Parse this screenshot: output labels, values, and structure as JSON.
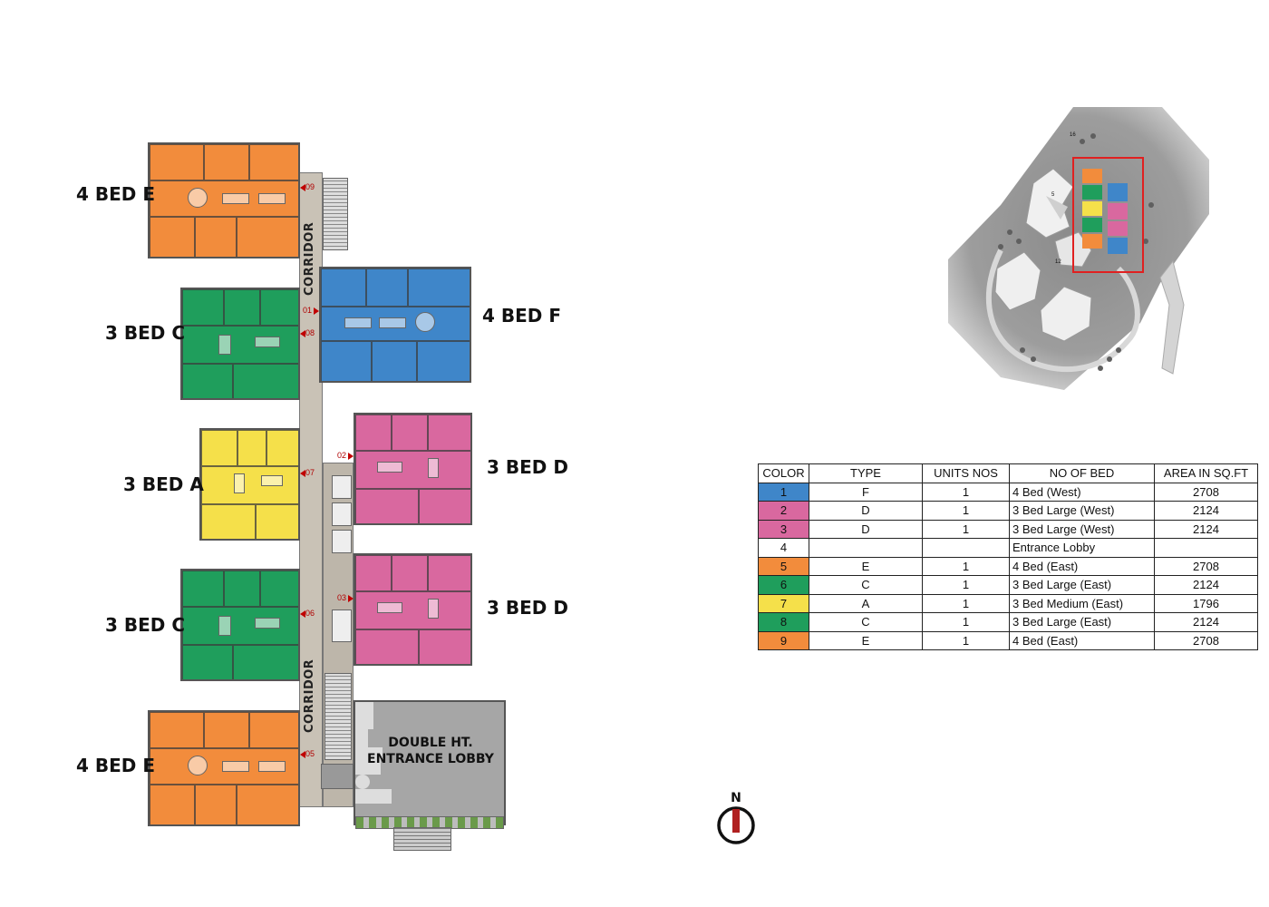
{
  "floor_plan": {
    "units": [
      {
        "label": "4 BED E",
        "unit_no": "09",
        "color": "#f28c3c"
      },
      {
        "label": "3 BED C",
        "unit_no": "08",
        "color": "#1f9e5c"
      },
      {
        "label": "3 BED A",
        "unit_no": "07",
        "color": "#f5e04a"
      },
      {
        "label": "3 BED C",
        "unit_no": "06",
        "color": "#1f9e5c"
      },
      {
        "label": "4 BED E",
        "unit_no": "05",
        "color": "#f28c3c"
      },
      {
        "label": "4 BED F",
        "unit_no": "01",
        "color": "#3f86c9"
      },
      {
        "label": "3 BED D",
        "unit_no": "02",
        "color": "#d9689f"
      },
      {
        "label": "3 BED D",
        "unit_no": "03",
        "color": "#d9689f"
      }
    ],
    "corridor_label_top": "CORRIDOR",
    "corridor_label_bottom": "CORRIDOR",
    "lobby_line1": "DOUBLE HT.",
    "lobby_line2": "ENTRANCE LOBBY"
  },
  "compass": {
    "label": "N"
  },
  "site_plan": {
    "labels": [
      "16",
      "5",
      "12"
    ],
    "highlight_color": "#e02020"
  },
  "legend": {
    "headers": [
      "COLOR",
      "TYPE",
      "UNITS NOS",
      "NO OF BED",
      "AREA IN SQ.FT"
    ],
    "rows": [
      {
        "no": "1",
        "color": "#3f86c9",
        "type": "F",
        "units": "1",
        "bed": "4 Bed  (West)",
        "area": "2708"
      },
      {
        "no": "2",
        "color": "#d9689f",
        "type": "D",
        "units": "1",
        "bed": "3 Bed Large (West)",
        "area": "2124"
      },
      {
        "no": "3",
        "color": "#d9689f",
        "type": "D",
        "units": "1",
        "bed": "3 Bed Large (West)",
        "area": "2124"
      },
      {
        "no": "4",
        "color": "#ffffff",
        "type": "",
        "units": "",
        "bed": "Entrance Lobby",
        "area": ""
      },
      {
        "no": "5",
        "color": "#f28c3c",
        "type": "E",
        "units": "1",
        "bed": "4 Bed  (East)",
        "area": "2708"
      },
      {
        "no": "6",
        "color": "#1f9e5c",
        "type": "C",
        "units": "1",
        "bed": "3 Bed Large (East)",
        "area": "2124"
      },
      {
        "no": "7",
        "color": "#f5e04a",
        "type": "A",
        "units": "1",
        "bed": "3 Bed Medium (East)",
        "area": "1796"
      },
      {
        "no": "8",
        "color": "#1f9e5c",
        "type": "C",
        "units": "1",
        "bed": "3 Bed Large (East)",
        "area": "2124"
      },
      {
        "no": "9",
        "color": "#f28c3c",
        "type": "E",
        "units": "1",
        "bed": "4 Bed  (East)",
        "area": "2708"
      }
    ]
  }
}
